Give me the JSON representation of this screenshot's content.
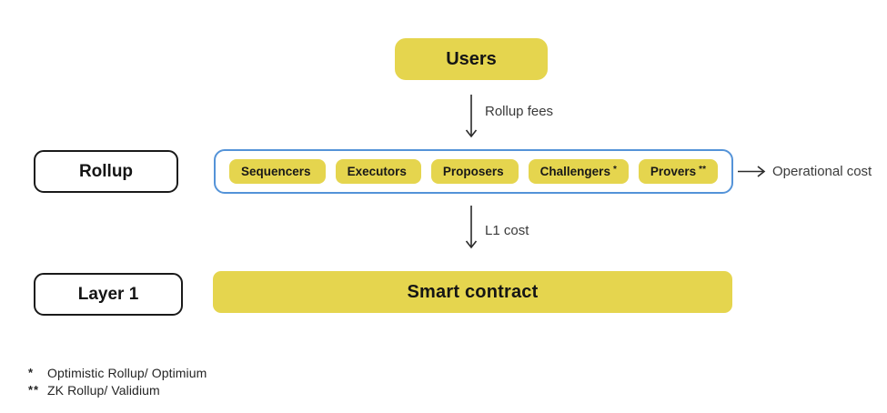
{
  "diagram": {
    "users_box_label": "Users",
    "rollup_fees_label": "Rollup fees",
    "rollup_row_label": "Rollup",
    "actors": [
      {
        "label": "Sequencers",
        "note": ""
      },
      {
        "label": "Executors",
        "note": ""
      },
      {
        "label": "Proposers",
        "note": ""
      },
      {
        "label": "Challengers",
        "note": "*"
      },
      {
        "label": "Provers",
        "note": "**"
      }
    ],
    "operational_cost_label": "Operational cost",
    "l1_cost_label": "L1 cost",
    "layer1_row_label": "Layer 1",
    "smart_contract_label": "Smart contract",
    "footnotes": [
      {
        "marker": "*",
        "text": "Optimistic Rollup/ Optimium"
      },
      {
        "marker": "**",
        "text": "ZK Rollup/ Validium"
      }
    ],
    "colors": {
      "highlight_yellow": "#e5d54e",
      "container_border_blue": "#5493d8",
      "outline_black": "#1a1a1a",
      "flow_text_gray": "#3a3a3a"
    }
  }
}
